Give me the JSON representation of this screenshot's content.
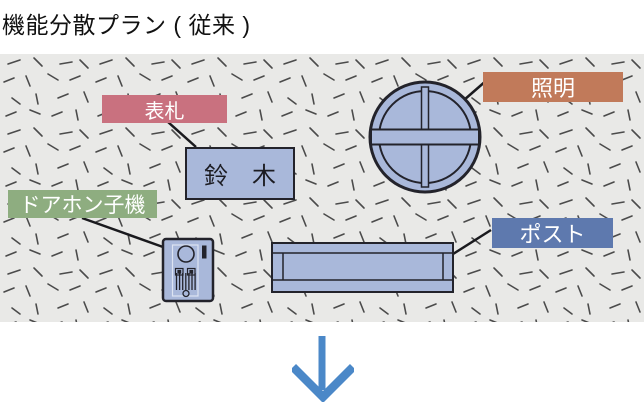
{
  "title": "機能分散プラン ( 従来 )",
  "colors": {
    "panel_bg": "#e9e9e7",
    "texture_dash": "#4b4b4b",
    "shape_fill": "#a9b8da",
    "shape_border": "#23232b",
    "connector": "#1a1a1e",
    "inner_panel_line": "#dde4f2",
    "title_text": "#111111",
    "label_text": "#ffffff"
  },
  "wall": {
    "labels": {
      "nameplate": {
        "text": "表札",
        "bg": "#c9717f"
      },
      "lighting": {
        "text": "照明",
        "bg": "#c17a5a"
      },
      "doorphone": {
        "text": "ドアホン子機",
        "bg": "#8ead80"
      },
      "post": {
        "text": "ポスト",
        "bg": "#5e79ae"
      }
    },
    "nameplate_sign": {
      "text": "鈴　木"
    },
    "icons": [
      {
        "name": "porch-light-icon"
      },
      {
        "name": "mailbox-post-icon"
      },
      {
        "name": "doorphone-unit-icon"
      }
    ]
  },
  "arrow": {
    "name": "down-arrow",
    "color": "#4b88c8"
  }
}
